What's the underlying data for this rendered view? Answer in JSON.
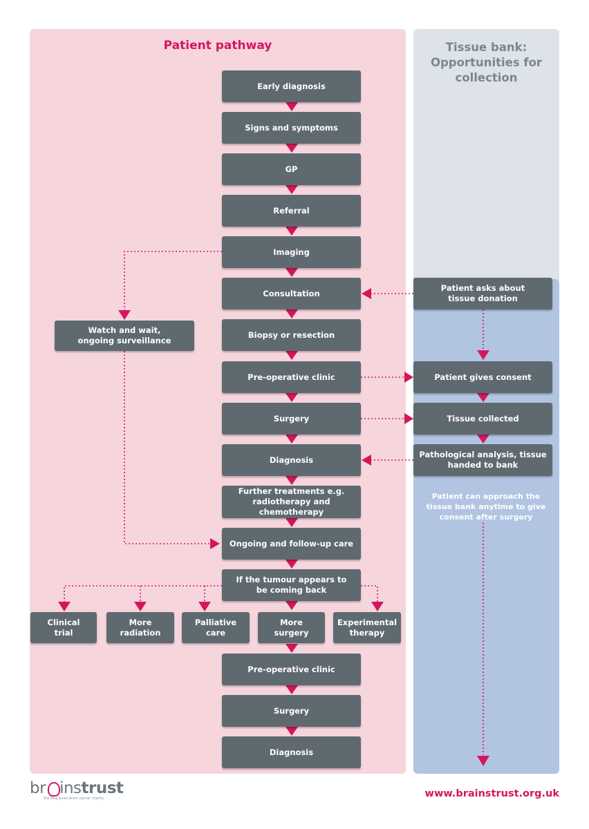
{
  "colors": {
    "accent": "#d4165e",
    "box": "#5f6a70",
    "left_panel": "#f6d5dc",
    "right_panel_top": "#dde3e8",
    "right_panel_bottom": "#b1c4e2"
  },
  "left_title": "Patient pathway",
  "right_title_lines": [
    "Tissue bank:",
    "Opportunities for",
    "collection"
  ],
  "pathway": {
    "early_diagnosis": "Early diagnosis",
    "signs": "Signs and symptoms",
    "gp": "GP",
    "referral": "Referral",
    "imaging": "Imaging",
    "consultation": "Consultation",
    "biopsy": "Biopsy or resection",
    "preop": "Pre-operative clinic",
    "surgery": "Surgery",
    "diagnosis": "Diagnosis",
    "further_1": "Further treatments e.g.",
    "further_2": "radiotherapy and chemotherapy",
    "ongoing": "Ongoing and follow-up care",
    "tumour_1": "If the tumour appears to",
    "tumour_2": "be coming back",
    "preop2": "Pre-operative clinic",
    "surgery2": "Surgery",
    "diagnosis2": "Diagnosis",
    "watch_1": "Watch and wait,",
    "watch_2": "ongoing surveillance"
  },
  "options": [
    {
      "l1": "Clinical",
      "l2": "trial"
    },
    {
      "l1": "More",
      "l2": "radiation"
    },
    {
      "l1": "Palliative",
      "l2": "care"
    },
    {
      "l1": "More",
      "l2": "surgery"
    },
    {
      "l1": "Experimental",
      "l2": "therapy"
    }
  ],
  "tissue": {
    "asks_1": "Patient asks about",
    "asks_2": "tissue donation",
    "consent": "Patient gives consent",
    "collected": "Tissue collected",
    "analysis_1": "Pathological analysis, tissue",
    "analysis_2": "handed to bank",
    "note_1": "Patient can approach the",
    "note_2": "tissue bank anytime to give",
    "note_3": "consent after surgery"
  },
  "footer": {
    "logo_pre": "br",
    "logo_mid": "ins",
    "logo_bold": "trust",
    "tagline": "the Meg Jones brain cancer charity",
    "website": "www.brainstrust.org.uk"
  }
}
